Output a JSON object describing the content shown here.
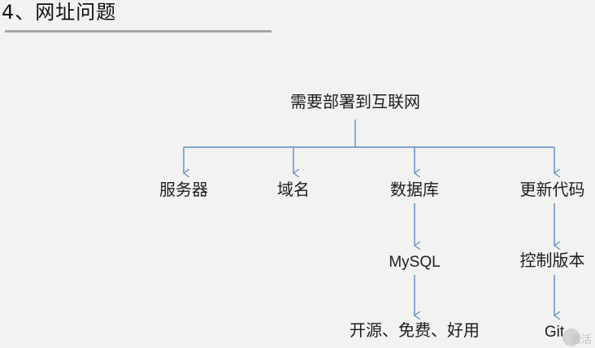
{
  "slide": {
    "title": "4、网址问题"
  },
  "diagram": {
    "root": "需要部署到互联网",
    "children": {
      "server": "服务器",
      "domain": "域名",
      "database": "数据库",
      "update_code": "更新代码"
    },
    "database_chain": {
      "mysql": "MySQL",
      "mysql_note": "开源、免费、好用"
    },
    "code_chain": {
      "version_control": "控制版本",
      "git": "Git"
    },
    "line_color": "#5b8bc7"
  },
  "watermark": {
    "text": "激活"
  }
}
